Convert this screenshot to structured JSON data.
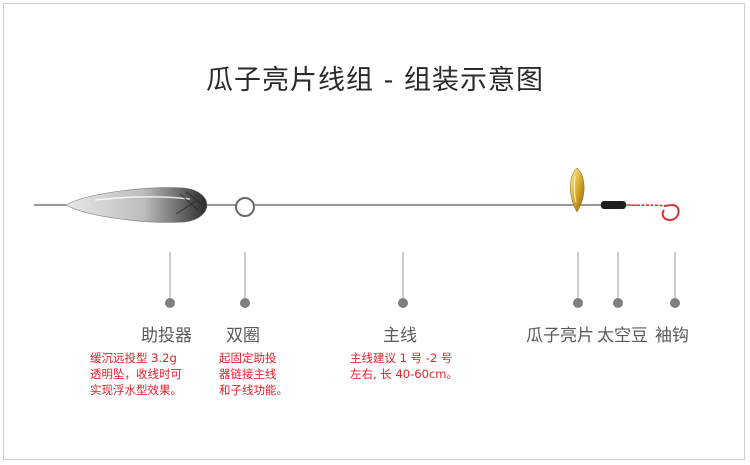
{
  "title": "瓜子亮片线组 - 组装示意图",
  "colors": {
    "line": "#333333",
    "connector": "#9a9a9a",
    "dot": "#7f7f7f",
    "label": "#5a5a5a",
    "description": "#e2202c",
    "hook": "#d8303a",
    "spoon": "#d9aa2a"
  },
  "components": [
    {
      "id": "sinker",
      "label": "助投器",
      "icon": "teardrop-sinker-icon",
      "description": [
        "缓沉远投型 3.2g",
        "透明坠，收线时可",
        "实现浮水型效果。"
      ]
    },
    {
      "id": "double-ring",
      "label": "双圈",
      "icon": "ring-icon",
      "description": [
        "起固定助投",
        "器链接主线",
        "和子线功能。"
      ]
    },
    {
      "id": "main-line",
      "label": "主线",
      "description": [
        "主线建议 1 号 -2 号",
        "左右, 长 40-60cm。"
      ]
    },
    {
      "id": "spoon",
      "label": "瓜子亮片",
      "icon": "spoon-lure-icon"
    },
    {
      "id": "bead",
      "label": "太空豆",
      "icon": "bead-icon"
    },
    {
      "id": "hook",
      "label": "袖钩",
      "icon": "hook-icon"
    }
  ]
}
